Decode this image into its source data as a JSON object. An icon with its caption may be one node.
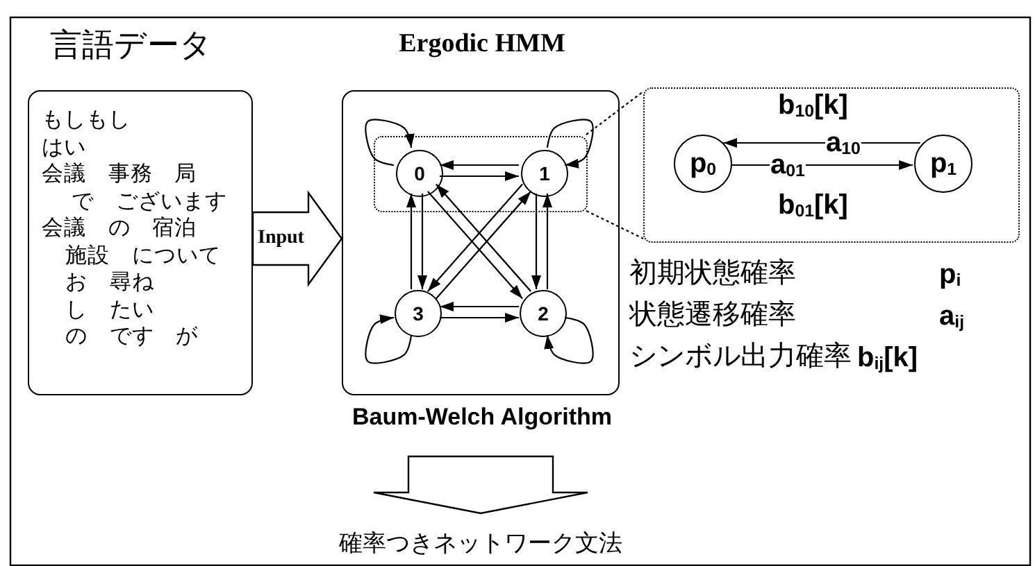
{
  "diagram": {
    "nodes": [
      {
        "text": [
          "言語データ",
          "もしもし",
          "はい",
          "会議 事務 局",
          "で ございます",
          "会議 の 宿泊",
          "施設 について",
          "お 尋ね",
          "し たい",
          "の です が"
        ]
      },
      {
        "text": [
          "Ergodic HMM"
        ],
        "beside": [
          "Baum-Welch Algorithm"
        ]
      },
      {
        "text": [],
        "shape": "box",
        "in": 1
      },
      {
        "text": [
          "0"
        ],
        "in": 2
      },
      {
        "text": [
          "1"
        ],
        "in": 2
      },
      {
        "text": [
          "3"
        ],
        "in": 1
      },
      {
        "text": [
          "2"
        ],
        "in": 1
      },
      {
        "text": [],
        "shape": "box"
      },
      {
        "text": [
          "p$_{0}$"
        ],
        "in": 7
      },
      {
        "text": [
          "p$_{1}$"
        ],
        "in": 7
      },
      {
        "text": [
          "確率つきネットワーク文法"
        ]
      }
    ],
    "edges": [
      {
        "from": 0,
        "to": 1,
        "arrow": "to",
        "label": "Input",
        "style": "thick"
      },
      {
        "from": 3,
        "to": 3,
        "arrow": "to"
      },
      {
        "from": 4,
        "to": 4,
        "arrow": "to"
      },
      {
        "from": 6,
        "to": 6,
        "arrow": "to"
      },
      {
        "from": 5,
        "to": 5,
        "arrow": "to"
      },
      {
        "from": 4,
        "to": 3,
        "arrow": "to"
      },
      {
        "from": 3,
        "to": 4,
        "arrow": "to"
      },
      {
        "from": 5,
        "to": 3,
        "arrow": "to"
      },
      {
        "from": 3,
        "to": 5,
        "arrow": "to"
      },
      {
        "from": 4,
        "to": 6,
        "arrow": "to"
      },
      {
        "from": 6,
        "to": 4,
        "arrow": "to"
      },
      {
        "from": 6,
        "to": 5,
        "arrow": "to"
      },
      {
        "from": 5,
        "to": 6,
        "arrow": "to"
      },
      {
        "from": 3,
        "to": 6,
        "arrow": "to"
      },
      {
        "from": 6,
        "to": 3,
        "arrow": "to"
      },
      {
        "from": 4,
        "to": 5,
        "arrow": "to"
      },
      {
        "from": 5,
        "to": 4,
        "arrow": "to"
      },
      {
        "from": 2,
        "to": 7,
        "arrow": "none",
        "style": "dashed"
      },
      {
        "from": 2,
        "to": 7,
        "arrow": "none",
        "style": "dashed"
      },
      {
        "from": 9,
        "to": 8,
        "arrow": "to",
        "label": "a$_{10}$"
      },
      {
        "from": 8,
        "to": 9,
        "arrow": "to",
        "label": "a$_{01}$"
      },
      {
        "from": 1,
        "to": 10,
        "arrow": "to",
        "style": "thick"
      }
    ],
    "labels": [
      "b$_{10}$[k]",
      "b$_{01}$[k]",
      "初期状態確率",
      "p$_{i}$",
      "状態遷移確率",
      "a$_{ij}$",
      "シンボル出力確率",
      "b$_{ij}$[k]"
    ]
  }
}
